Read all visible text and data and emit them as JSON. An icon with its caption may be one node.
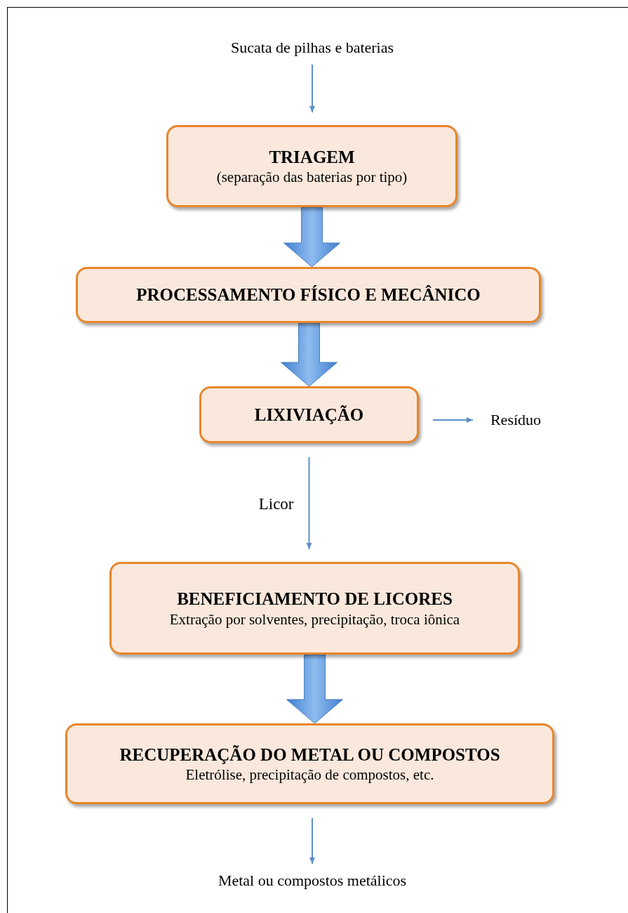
{
  "diagram": {
    "nodes": [
      {
        "text": [
          "Sucata de pilhas e baterias"
        ]
      },
      {
        "text": [
          "TRIAGEM",
          "(separação das baterias por tipo)"
        ]
      },
      {
        "text": [
          "PROCESSAMENTO FÍSICO E MECÂNICO"
        ]
      },
      {
        "text": [
          "LIXIVIAÇÃO"
        ]
      },
      {
        "text": [
          "Resíduo"
        ]
      },
      {
        "text": [
          "BENEFICIAMENTO DE LICORES",
          "Extração por solventes, precipitação, troca iônica"
        ]
      },
      {
        "text": [
          "RECUPERAÇÃO DO METAL OU COMPOSTOS",
          "Eletrólise, precipitação de compostos, etc."
        ]
      },
      {
        "text": [
          "Metal ou compostos metálicos"
        ]
      }
    ],
    "edges": [
      {
        "from": 0,
        "to": 1,
        "arrow": "to"
      },
      {
        "from": 1,
        "to": 2,
        "arrow": "to",
        "style": "thick"
      },
      {
        "from": 2,
        "to": 3,
        "arrow": "to",
        "style": "thick"
      },
      {
        "from": 3,
        "to": 4,
        "arrow": "to"
      },
      {
        "from": 3,
        "to": 5,
        "arrow": "to",
        "label": "Licor"
      },
      {
        "from": 5,
        "to": 6,
        "arrow": "to",
        "style": "thick"
      },
      {
        "from": 6,
        "to": 7,
        "arrow": "to"
      }
    ]
  }
}
